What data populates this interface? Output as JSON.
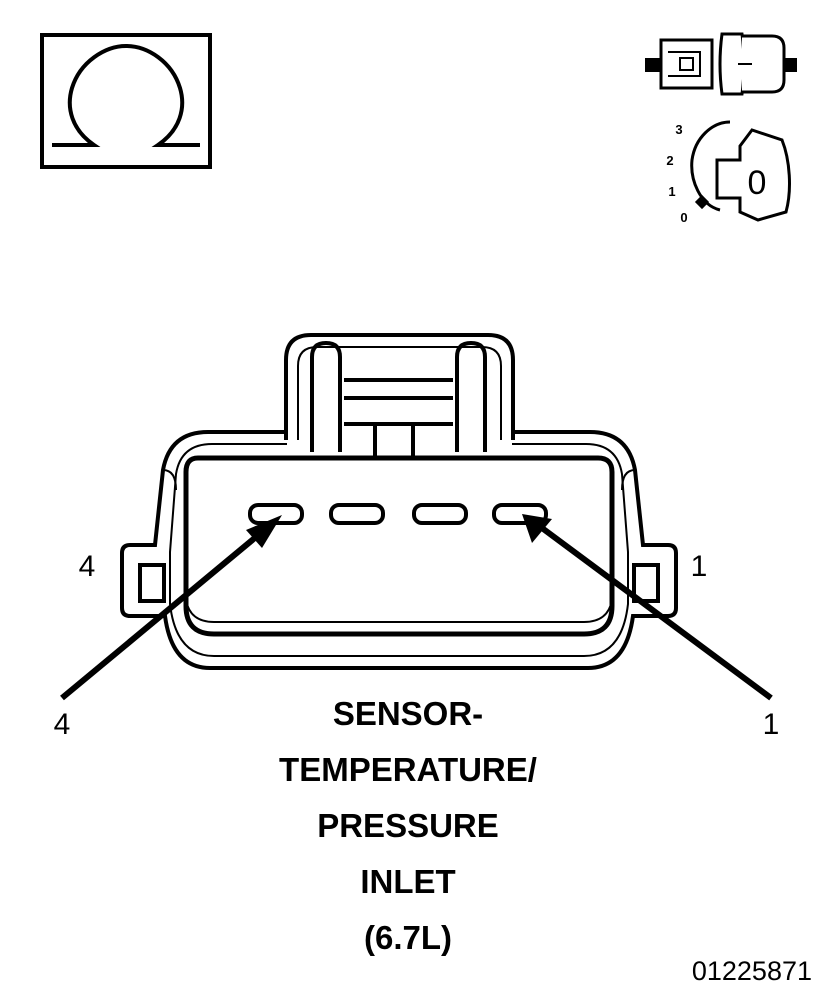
{
  "meter_icon": {
    "symbol": "Ω",
    "name": "ohmmeter-icon"
  },
  "ignition_icon": {
    "positions": [
      "3",
      "2",
      "1",
      "0"
    ],
    "key_label": "0"
  },
  "connector": {
    "side_pin_left": "4",
    "side_pin_right": "1",
    "callout_left": "4",
    "callout_right": "1",
    "cavity_count": 4
  },
  "caption": {
    "line1": "SENSOR-",
    "line2": "TEMPERATURE/",
    "line3": "PRESSURE",
    "line4": "INLET",
    "line5": "(6.7L)"
  },
  "figure_id": "01225871",
  "colors": {
    "ink": "#000000",
    "paper": "#ffffff"
  }
}
